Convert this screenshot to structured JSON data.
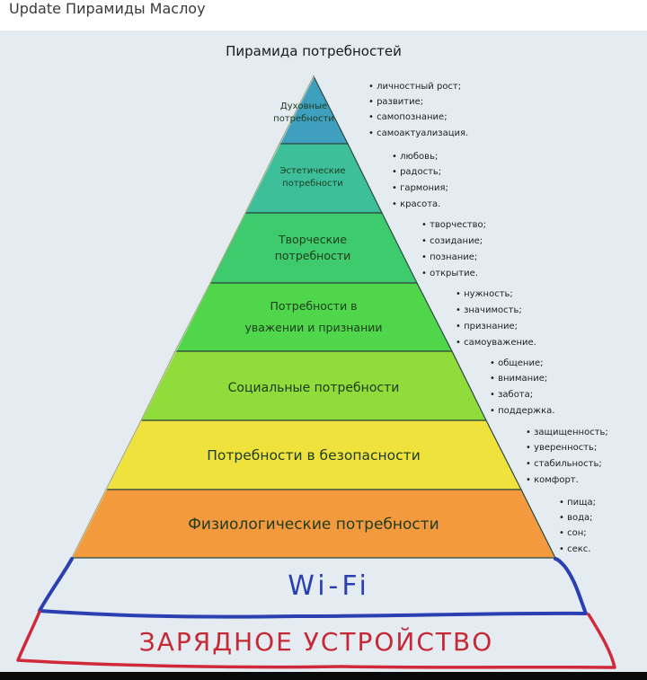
{
  "post": {
    "title": "Update Пирамиды Маслоу"
  },
  "diagram": {
    "title": "Пирамида потребностей",
    "tiers": [
      {
        "label_lines": [
          "Духовные",
          "потребности"
        ],
        "color": "#3e9fbf",
        "bullets": [
          "• личностный рост;",
          "• развитие;",
          "• самопознание;",
          "• самоактуализация."
        ]
      },
      {
        "label_lines": [
          "Эстетические",
          "потребности"
        ],
        "color": "#3cbf9a",
        "bullets": [
          "• любовь;",
          "• радость;",
          "• гармония;",
          "• красота."
        ]
      },
      {
        "label_lines": [
          "Творческие",
          "потребности"
        ],
        "color": "#3ecb6e",
        "bullets": [
          "• творчество;",
          "• созидание;",
          "• познание;",
          "• открытие."
        ]
      },
      {
        "label_lines": [
          "Потребности в",
          "уважении и признании"
        ],
        "color": "#4fd64a",
        "bullets": [
          "• нужность;",
          "• значимость;",
          "• признание;",
          "• самоуважение."
        ]
      },
      {
        "label_lines": [
          "Социальные потребности"
        ],
        "color": "#8fdc3a",
        "bullets": [
          "• общение;",
          "• внимание;",
          "• забота;",
          "• поддержка."
        ]
      },
      {
        "label_lines": [
          "Потребности в безопасности"
        ],
        "color": "#f0e23c",
        "bullets": [
          "• защищенность;",
          "• уверенность;",
          "• стабильность;",
          "• комфорт."
        ]
      },
      {
        "label_lines": [
          "Физиологические потребности"
        ],
        "color": "#f49a3e",
        "bullets": [
          "• пища;",
          "• вода;",
          "• сон;",
          "• секс."
        ]
      }
    ],
    "added_tiers": [
      {
        "label": "Wi-Fi",
        "stroke_color": "#2a3fb0"
      },
      {
        "label": "ЗАРЯДНОЕ УСТРОЙСТВО",
        "stroke_color": "#d02a3a"
      }
    ]
  }
}
